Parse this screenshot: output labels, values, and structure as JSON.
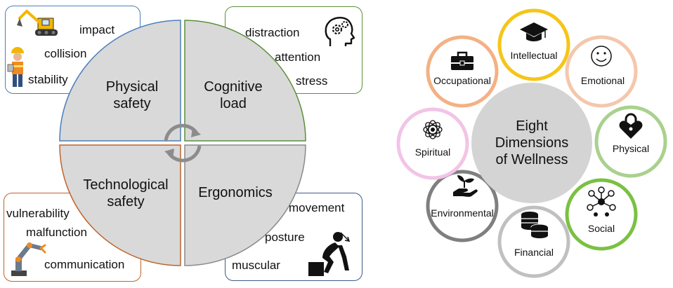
{
  "left": {
    "quadrants": [
      {
        "id": "physical",
        "lines": [
          "Physical",
          "safety"
        ],
        "border": "#4a7ebb",
        "terms": [
          "impact",
          "collision",
          "stability"
        ]
      },
      {
        "id": "cognitive",
        "lines": [
          "Cognitive",
          "load"
        ],
        "border": "#5b8f3a",
        "terms": [
          "distraction",
          "attention",
          "stress"
        ]
      },
      {
        "id": "technological",
        "lines": [
          "Technological",
          "safety"
        ],
        "border": "#c0632b",
        "terms": [
          "vulnerability",
          "malfunction",
          "communication"
        ]
      },
      {
        "id": "ergonomics",
        "lines": [
          "Ergonomics"
        ],
        "border": "#3c5a8a",
        "terms": [
          "movement",
          "posture",
          "muscular"
        ]
      }
    ],
    "icons": [
      "excavator-icon",
      "construction-worker-icon",
      "head-gears-icon",
      "robot-arm-icon",
      "lifting-worker-icon",
      "cycle-arrows-icon"
    ],
    "colors": {
      "quadrant_fill": "#d9d9d9",
      "quadrant_border": "#8a8a8a"
    }
  },
  "right": {
    "center": {
      "lines": [
        "Eight",
        "Dimensions",
        "of Wellness"
      ],
      "fill": "#d4d4d4"
    },
    "dimensions": [
      {
        "label": "Intellectual",
        "ring": "#f5c518",
        "icon": "graduation-cap-icon"
      },
      {
        "label": "Emotional",
        "ring": "#f4c7ac",
        "icon": "smiley-face-icon"
      },
      {
        "label": "Physical",
        "ring": "#a9d18e",
        "icon": "heart-lock-icon"
      },
      {
        "label": "Social",
        "ring": "#7ac143",
        "icon": "network-people-icon"
      },
      {
        "label": "Financial",
        "ring": "#c0c0c0",
        "icon": "coin-stack-icon"
      },
      {
        "label": "Environmental",
        "ring": "#7f7f7f",
        "icon": "hand-plant-icon"
      },
      {
        "label": "Spiritual",
        "ring": "#f2c4e6",
        "icon": "lotus-icon"
      },
      {
        "label": "Occupational",
        "ring": "#f4b183",
        "icon": "briefcase-icon"
      }
    ]
  }
}
